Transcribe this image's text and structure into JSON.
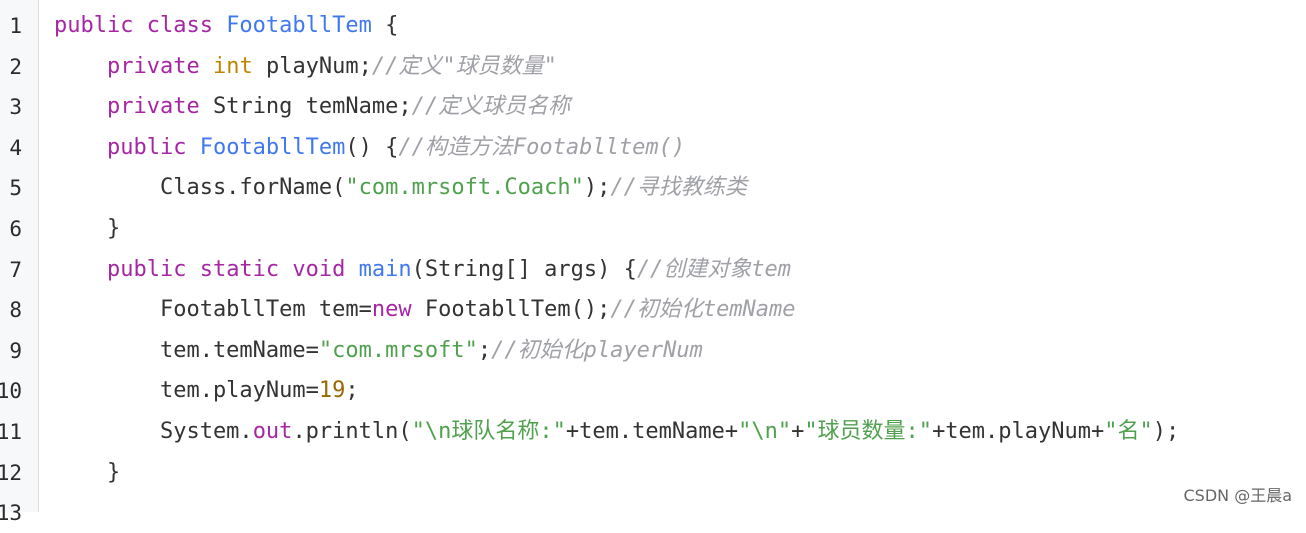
{
  "code": {
    "line_numbers": [
      "1",
      "2",
      "3",
      "4",
      "5",
      "6",
      "7",
      "8",
      "9",
      "10",
      "11",
      "12",
      "13"
    ],
    "lines": [
      [
        {
          "t": "public class ",
          "c": "kw"
        },
        {
          "t": "FootabllTem",
          "c": "fn"
        },
        {
          "t": " {",
          "c": "pl"
        }
      ],
      [
        {
          "t": "    ",
          "c": "pl"
        },
        {
          "t": "private ",
          "c": "kw"
        },
        {
          "t": "int",
          "c": "ty"
        },
        {
          "t": " playNum;",
          "c": "pl"
        },
        {
          "t": "//定义\"球员数量\"",
          "c": "cm"
        }
      ],
      [
        {
          "t": "    ",
          "c": "pl"
        },
        {
          "t": "private ",
          "c": "kw"
        },
        {
          "t": "String temName;",
          "c": "pl"
        },
        {
          "t": "//定义球员名称",
          "c": "cm"
        }
      ],
      [
        {
          "t": "    ",
          "c": "pl"
        },
        {
          "t": "public ",
          "c": "kw"
        },
        {
          "t": "FootabllTem",
          "c": "fn"
        },
        {
          "t": "() {",
          "c": "pl"
        },
        {
          "t": "//构造方法Footablltem()",
          "c": "cm"
        }
      ],
      [
        {
          "t": "        Class.forName(",
          "c": "pl"
        },
        {
          "t": "\"com.mrsoft.Coach\"",
          "c": "str"
        },
        {
          "t": ");",
          "c": "pl"
        },
        {
          "t": "//寻找教练类",
          "c": "cm"
        }
      ],
      [
        {
          "t": "    }",
          "c": "pl"
        }
      ],
      [
        {
          "t": "    ",
          "c": "pl"
        },
        {
          "t": "public static void ",
          "c": "kw"
        },
        {
          "t": "main",
          "c": "fn"
        },
        {
          "t": "(String[] args) {",
          "c": "pl"
        },
        {
          "t": "//创建对象tem",
          "c": "cm"
        }
      ],
      [
        {
          "t": "        FootabllTem tem=",
          "c": "pl"
        },
        {
          "t": "new",
          "c": "kw"
        },
        {
          "t": " FootabllTem();",
          "c": "pl"
        },
        {
          "t": "//初始化temName",
          "c": "cm"
        }
      ],
      [
        {
          "t": "        tem.temName=",
          "c": "pl"
        },
        {
          "t": "\"com.mrsoft\"",
          "c": "str"
        },
        {
          "t": ";",
          "c": "pl"
        },
        {
          "t": "//初始化playerNum",
          "c": "cm"
        }
      ],
      [
        {
          "t": "        tem.playNum=",
          "c": "pl"
        },
        {
          "t": "19",
          "c": "num"
        },
        {
          "t": ";",
          "c": "pl"
        }
      ],
      [
        {
          "t": "        System.",
          "c": "pl"
        },
        {
          "t": "out",
          "c": "kw"
        },
        {
          "t": ".println(",
          "c": "pl"
        },
        {
          "t": "\"\\n球队名称:\"",
          "c": "str"
        },
        {
          "t": "+tem.temName+",
          "c": "pl"
        },
        {
          "t": "\"\\n\"",
          "c": "str"
        },
        {
          "t": "+",
          "c": "pl"
        },
        {
          "t": "\"球员数量:\"",
          "c": "str"
        },
        {
          "t": "+tem.playNum+",
          "c": "pl"
        },
        {
          "t": "\"名\"",
          "c": "str"
        },
        {
          "t": ");",
          "c": "pl"
        }
      ],
      [
        {
          "t": "    }",
          "c": "pl"
        }
      ],
      [
        {
          "t": "",
          "c": "pl"
        }
      ]
    ]
  },
  "watermark": "CSDN @王晨a",
  "colors": {
    "keyword": "#a626a4",
    "type": "#c18401",
    "function": "#4078f2",
    "string": "#50a14f",
    "number": "#986801",
    "comment": "#a0a1a7",
    "plain": "#333333"
  }
}
